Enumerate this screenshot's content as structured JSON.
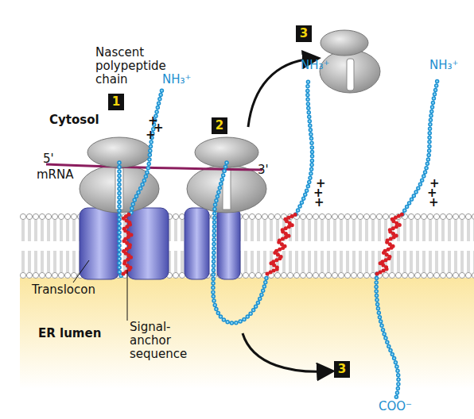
{
  "diagram": {
    "labels": [
      "Nascent polypeptide chain",
      "3",
      "NH₃⁺",
      "Cytosol",
      "1",
      "2",
      "NH₃⁺",
      "NH₃⁺",
      "5'",
      "mRNA",
      "3'",
      "+",
      "+",
      "+",
      "+",
      "+",
      "+",
      "+",
      "+",
      "+",
      "Translocon",
      "Signal-anchor sequence",
      "ER lumen",
      "3",
      "COO⁻"
    ]
  }
}
